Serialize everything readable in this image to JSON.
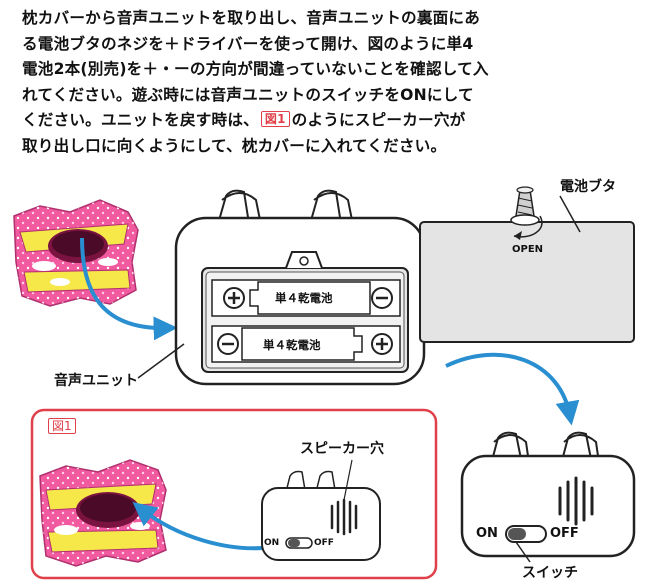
{
  "instructions": {
    "line1": "枕カバーから音声ユニットを取り出し、音声ユニットの裏面にあ",
    "line2": "る電池ブタのネジを＋ドライバーを使って開け、図のように単4",
    "line3": "電池2本(別売)を＋・ーの方向が間違っていないことを確認して入",
    "line4": "れてください。遊ぶ時には音声ユニットのスイッチをONにして",
    "line5_pre": "ください。ユニットを戻す時は、",
    "line5_ref": "図1",
    "line5_post": "のようにスピーカー穴が",
    "line6": "取り出し口に向くようにして、枕カバーに入れてください。"
  },
  "diagram": {
    "battery_cover_label": "電池ブタ",
    "open_label": "OPEN",
    "battery_top_label": "単４乾電池",
    "battery_bottom_label": "単４乾電池",
    "unit_label": "音声ユニット",
    "figure_tag": "図1",
    "speaker_label": "スピーカー穴",
    "switch_on": "ON",
    "switch_off": "OFF",
    "switch_label": "スイッチ",
    "small_on": "ON",
    "small_off": "OFF"
  },
  "colors": {
    "accent_red": "#e0404a",
    "arrow_blue": "#2a8fd0",
    "pillow_pink": "#f25aa0",
    "pillow_yellow": "#f7e84a",
    "cover_gray": "#e4e4e4"
  }
}
